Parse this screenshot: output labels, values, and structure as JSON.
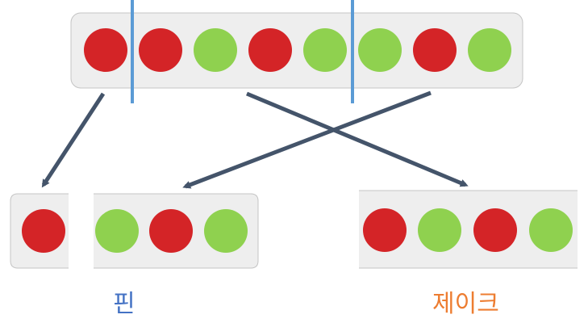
{
  "colors": {
    "red": "#d42427",
    "green": "#8fd14f",
    "box_fill": "#eeeeee",
    "box_stroke": "#c4c4c4",
    "divider": "#5b9bd5",
    "arrow": "#44546a",
    "label_pin": "#4472c4",
    "label_jake": "#ed7d31"
  },
  "top_deck": [
    "red",
    "red",
    "green",
    "red",
    "green",
    "green",
    "red",
    "green"
  ],
  "pin_stack": [
    "red",
    "green",
    "red",
    "green"
  ],
  "jake_stack": [
    "red",
    "green",
    "red",
    "green"
  ],
  "labels": {
    "pin": "핀",
    "jake": "제이크"
  }
}
